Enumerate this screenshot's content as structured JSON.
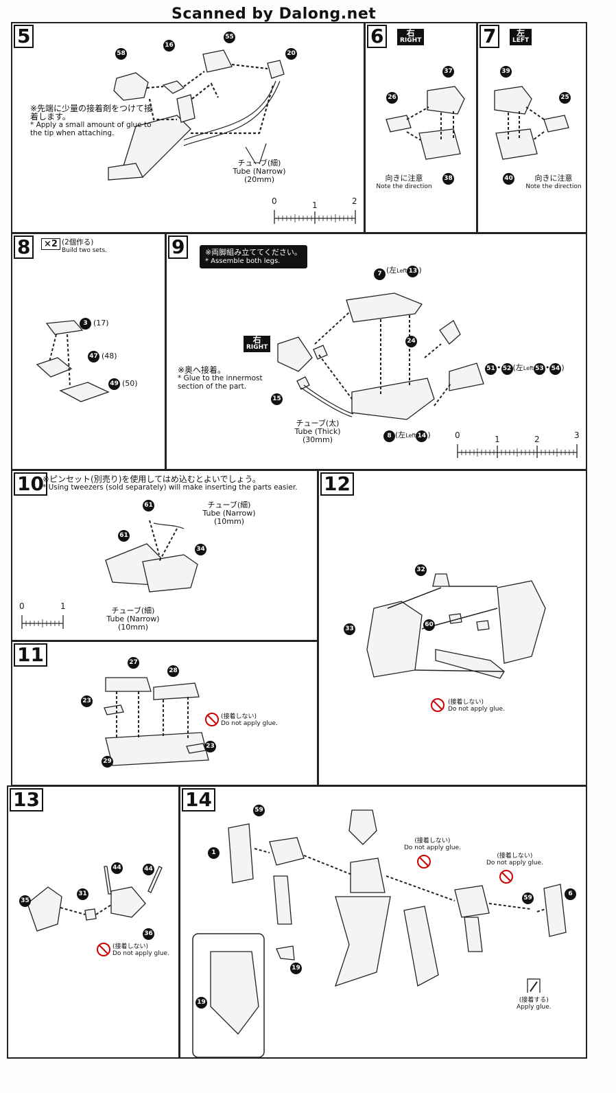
{
  "watermark": "Scanned by Dalong.net",
  "steps": {
    "s5": {
      "num": "5",
      "note_jp": "※先端に少量の接着剤をつけて接着します。",
      "note_en": "* Apply a small amount of glue to the tip when attaching.",
      "tube_jp": "チューブ(細)",
      "tube_en": "Tube (Narrow)",
      "tube_len": "(20mm)",
      "parts": [
        "58",
        "16",
        "55",
        "20"
      ],
      "scale": [
        "0",
        "1",
        "2"
      ]
    },
    "s6": {
      "num": "6",
      "side_jp": "右",
      "side_en": "RIGHT",
      "parts": [
        "37",
        "26",
        "38"
      ],
      "dir_jp": "向きに注意",
      "dir_en": "Note the direction"
    },
    "s7": {
      "num": "7",
      "side_jp": "左",
      "side_en": "LEFT",
      "parts": [
        "39",
        "25",
        "40"
      ],
      "dir_jp": "向きに注意",
      "dir_en": "Note the direction"
    },
    "s8": {
      "num": "8",
      "x2": "×2",
      "sets_jp": "(2個作る)",
      "sets_en": "Build two sets.",
      "parts": [
        "3",
        "17",
        "47",
        "48",
        "49",
        "50"
      ]
    },
    "s9": {
      "num": "9",
      "note_jp": "※両脚組み立ててください。",
      "note_en": "* Assemble both legs.",
      "side_jp": "右",
      "side_en": "RIGHT",
      "glue_jp": "※奥へ接着。",
      "glue_en": "* Glue to the innermost section of the part.",
      "tube_jp": "チューブ(太)",
      "tube_en": "Tube (Thick)",
      "tube_len": "(30mm)",
      "parts": [
        "7",
        "13",
        "24",
        "15",
        "51",
        "52",
        "53",
        "54",
        "8",
        "14"
      ],
      "left_jp": "左",
      "left_en": "Left",
      "scale": [
        "0",
        "1",
        "2",
        "3"
      ]
    },
    "s10": {
      "num": "10",
      "note_jp": "※ピンセット(別売り)を使用してはめ込むとよいでしょう。",
      "note_en": "* Using tweezers (sold separately) will make inserting the parts easier.",
      "tube_jp": "チューブ(細)",
      "tube_en": "Tube (Narrow)",
      "tube_len": "(10mm)",
      "parts": [
        "61",
        "61",
        "34"
      ],
      "scale": [
        "0",
        "1"
      ]
    },
    "s11": {
      "num": "11",
      "parts": [
        "27",
        "28",
        "23",
        "23",
        "29"
      ],
      "noglue_jp": "(接着しない)",
      "noglue_en": "Do not apply glue."
    },
    "s12": {
      "num": "12",
      "parts": [
        "32",
        "33",
        "60"
      ],
      "noglue_jp": "(接着しない)",
      "noglue_en": "Do not apply glue."
    },
    "s13": {
      "num": "13",
      "parts": [
        "44",
        "44",
        "31",
        "35",
        "36"
      ],
      "noglue_jp": "(接着しない)",
      "noglue_en": "Do not apply glue."
    },
    "s14": {
      "num": "14",
      "parts": [
        "59",
        "1",
        "19",
        "19",
        "59",
        "6"
      ],
      "noglue_jp": "(接着しない)",
      "noglue_en": "Do not apply glue.",
      "glue_jp": "(接着する)",
      "glue_en": "Apply glue."
    }
  }
}
